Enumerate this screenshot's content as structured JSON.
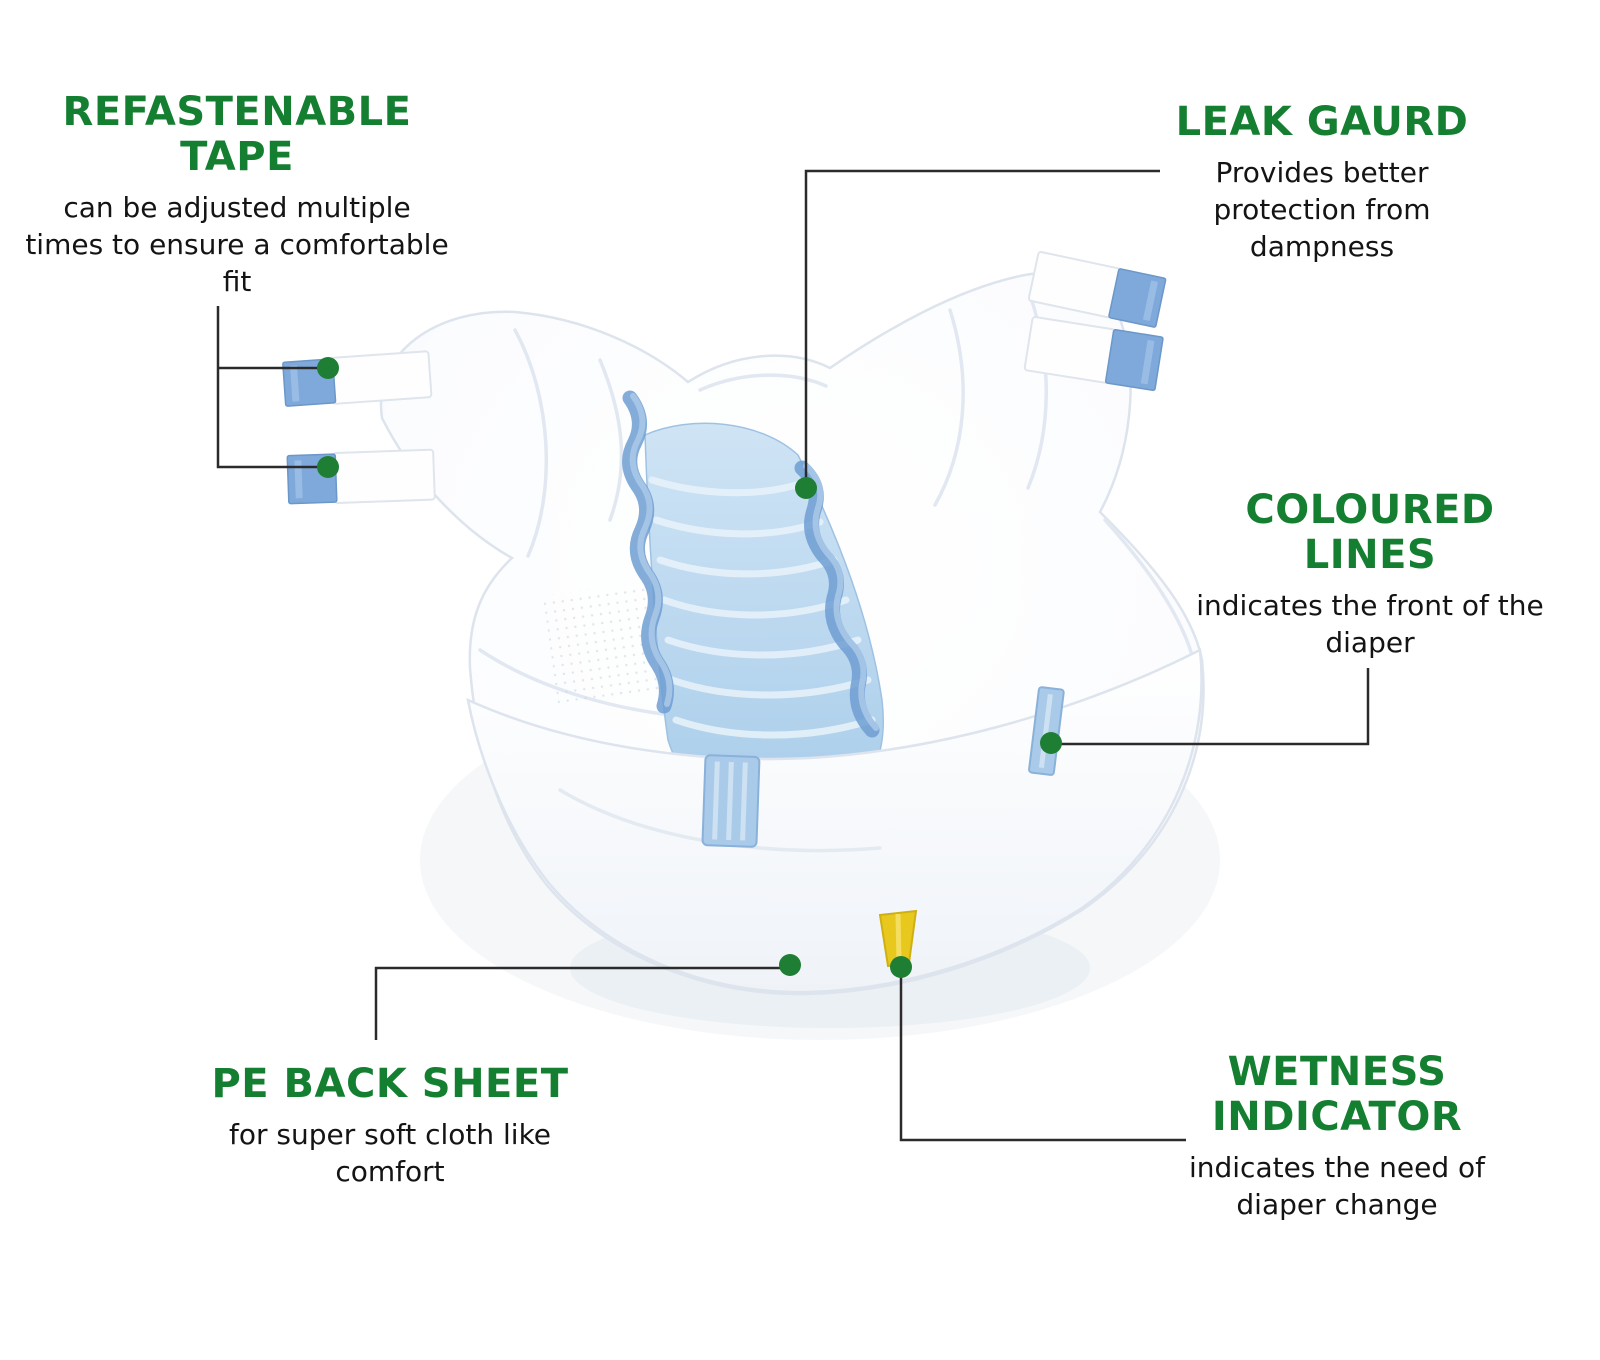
{
  "colors": {
    "heading_green": "#157f31",
    "dot_green": "#1e7e34",
    "connector_line": "#2b2b2b",
    "body_text": "#141414",
    "background": "#ffffff",
    "diaper_blue": "#a9cbe9",
    "ruffle_blue": "#6f9ed2",
    "tape_blue": "#7ea9da",
    "wetness_yellow": "#e8c81d"
  },
  "illustration": {
    "name": "adult-diaper-product-photo",
    "features": [
      "refastenable-tapes",
      "leak-guard-cuff",
      "absorbent-core",
      "coloured-line",
      "pe-back-sheet",
      "wetness-indicator"
    ]
  },
  "callouts": [
    {
      "id": "refastenable-tape",
      "title": "REFASTENABLE TAPE",
      "description": "can be adjusted multiple times to ensure a comfortable fit"
    },
    {
      "id": "leak-gaurd",
      "title": "LEAK GAURD",
      "description": "Provides better protection from dampness"
    },
    {
      "id": "coloured-lines",
      "title": "COLOURED LINES",
      "description": "indicates the front of the diaper"
    },
    {
      "id": "pe-back-sheet",
      "title": "PE BACK SHEET",
      "description": "for super soft cloth like comfort"
    },
    {
      "id": "wetness-indicator",
      "title": "WETNESS INDICATOR",
      "description": "indicates the need of diaper change"
    }
  ]
}
